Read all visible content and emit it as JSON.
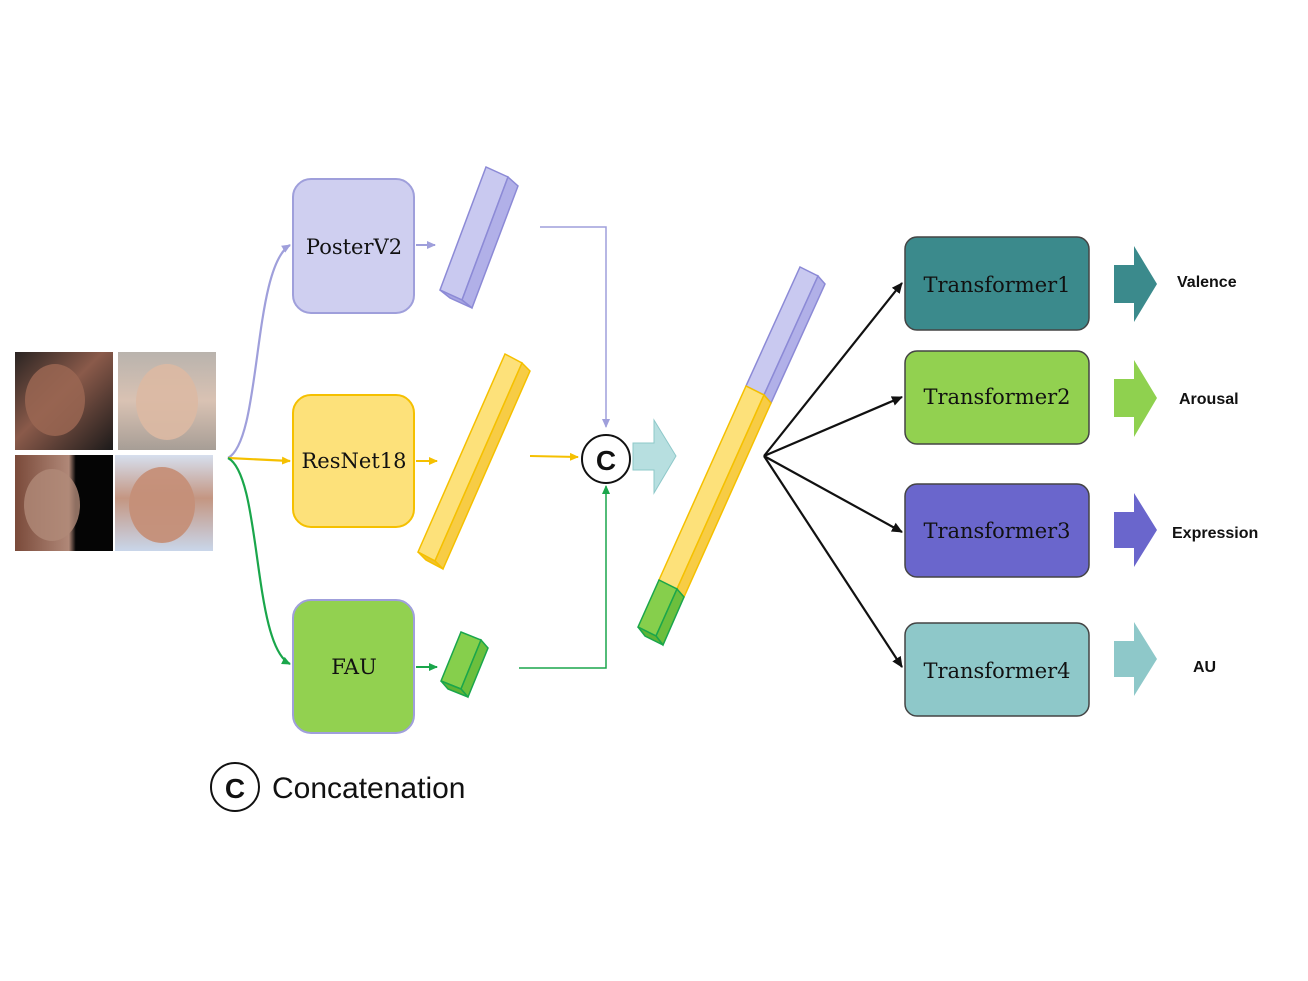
{
  "colors": {
    "purple": "#9f9fdb",
    "purple_fill": "#cfcff0",
    "yellow": "#f5c000",
    "yellow_fill": "#fde17a",
    "green": "#1aa64b",
    "green_fill": "#8fd14f",
    "teal_dark": "#3b8a8c",
    "purple_dark": "#6a66cc",
    "teal_light": "#8ec8c9",
    "black": "#111111"
  },
  "encoders": [
    {
      "id": "poster",
      "label": "PosterV2",
      "color": "purple"
    },
    {
      "id": "resnet",
      "label": "ResNet18",
      "color": "yellow"
    },
    {
      "id": "fau",
      "label": "FAU",
      "color": "green"
    }
  ],
  "concat_symbol": "C",
  "legend": {
    "symbol": "C",
    "label": "Concatenation"
  },
  "heads": [
    {
      "label": "Transformer1",
      "fill": "#3b8a8c",
      "output": "Valence"
    },
    {
      "label": "Transformer2",
      "fill": "#92d150",
      "output": "Arousal"
    },
    {
      "label": "Transformer3",
      "fill": "#6a66cc",
      "output": "Expression"
    },
    {
      "label": "Transformer4",
      "fill": "#8ec8c9",
      "output": "AU"
    }
  ]
}
